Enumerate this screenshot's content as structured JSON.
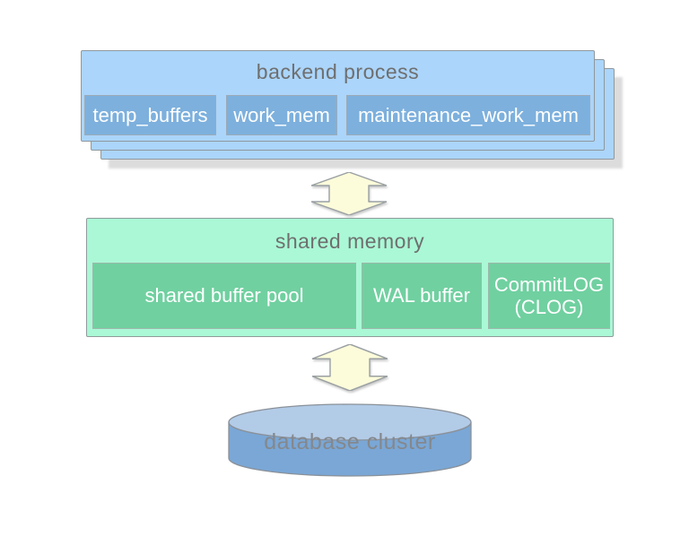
{
  "palette": {
    "backend_box_fill": "#abd5fa",
    "backend_inner_fill": "#7db0dd",
    "shared_box_fill": "#aaf8d6",
    "shared_inner_fill": "#70d0a0",
    "arrow_fill": "#fcfcda",
    "cylinder_body_fill": "#7aa7d6",
    "cylinder_top_fill": "#b2cbe7",
    "title_text": "#6f6f6f",
    "inner_box_text": "#ffffff",
    "stack_shadow": "#dcdcdc",
    "background": "#ffffff"
  },
  "backend": {
    "title": "backend process",
    "items": [
      {
        "label": "temp_buffers"
      },
      {
        "label": "work_mem"
      },
      {
        "label": "maintenance_work_mem"
      }
    ]
  },
  "shared_memory": {
    "title": "shared memory",
    "items": [
      {
        "label": "shared buffer pool"
      },
      {
        "label": "WAL buffer"
      },
      {
        "label": "CommitLOG (CLOG)"
      }
    ]
  },
  "database": {
    "label": "database cluster"
  }
}
